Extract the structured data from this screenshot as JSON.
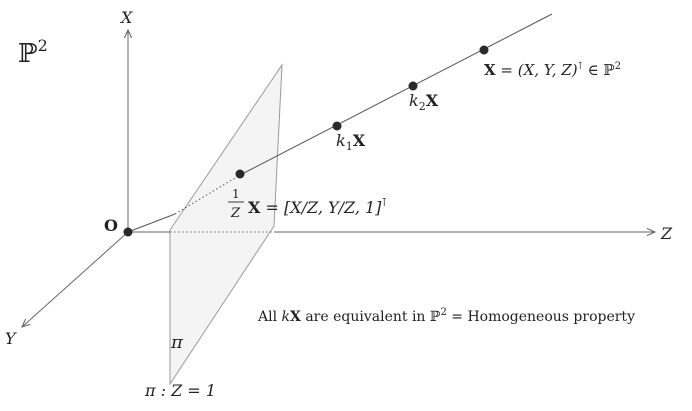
{
  "space_label": {
    "base": "ℙ",
    "sup": "2"
  },
  "axes": {
    "x": "X",
    "y": "Y",
    "z": "Z",
    "origin": "O"
  },
  "points": {
    "normalized": {
      "num": "1",
      "den": "Z",
      "vec": "X",
      "rest": " = [X/Z, Y/Z, 1]",
      "sup": "⊺"
    },
    "k1": {
      "coef": "k",
      "sub": "1",
      "vec": "X"
    },
    "k2": {
      "coef": "k",
      "sub": "2",
      "vec": "X"
    },
    "main": {
      "vec": "X",
      "eq": " = (X, Y, Z)",
      "sup": "⊺",
      "tail": " ∈ ℙ",
      "tail_sup": "2"
    }
  },
  "plane": {
    "symbol": "π",
    "caption": "π : Z = 1"
  },
  "note": {
    "prefix": "All ",
    "k": "k",
    "vec": "X",
    "middle": " are equivalent in ℙ",
    "sup": "2",
    "suffix": " = Homogeneous property"
  },
  "colors": {
    "line": "#555555",
    "plane_fill": "#f4f4f4",
    "plane_stroke": "#9a9a9a",
    "dot": "#2a2a2a"
  }
}
